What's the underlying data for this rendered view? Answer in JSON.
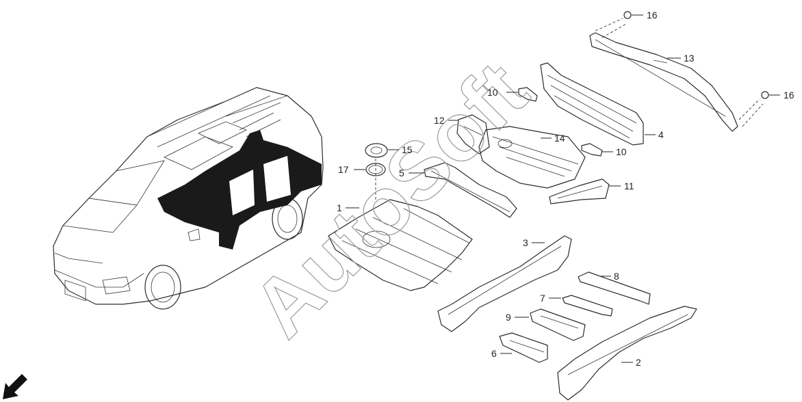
{
  "watermark": "AutoSoft",
  "callouts": [
    {
      "id": "1",
      "label": "1"
    },
    {
      "id": "2",
      "label": "2"
    },
    {
      "id": "3",
      "label": "3"
    },
    {
      "id": "4",
      "label": "4"
    },
    {
      "id": "5",
      "label": "5"
    },
    {
      "id": "6",
      "label": "6"
    },
    {
      "id": "7",
      "label": "7"
    },
    {
      "id": "8",
      "label": "8"
    },
    {
      "id": "9",
      "label": "9"
    },
    {
      "id": "10a",
      "label": "10"
    },
    {
      "id": "10b",
      "label": "10"
    },
    {
      "id": "11",
      "label": "11"
    },
    {
      "id": "12",
      "label": "12"
    },
    {
      "id": "13",
      "label": "13"
    },
    {
      "id": "14",
      "label": "14"
    },
    {
      "id": "15",
      "label": "15"
    },
    {
      "id": "16a",
      "label": "16"
    },
    {
      "id": "16b",
      "label": "16"
    },
    {
      "id": "17",
      "label": "17"
    }
  ],
  "icons": {
    "direction_arrow": "front-direction-arrow-icon",
    "vehicle": "minivan-outline-icon"
  },
  "colors": {
    "line": "#2a2a2a",
    "highlight": "#1a1a1a",
    "watermark": "#9a9a9a"
  }
}
